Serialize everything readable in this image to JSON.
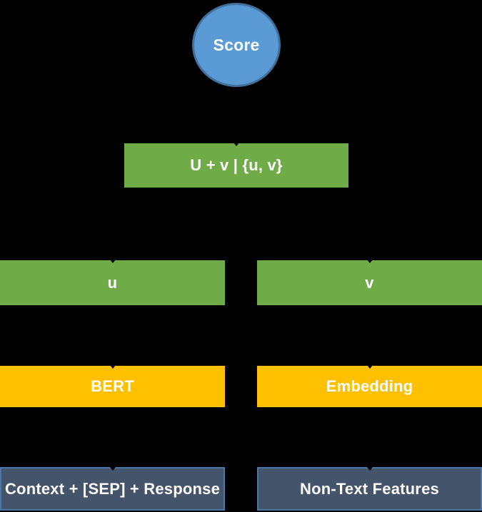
{
  "diagram": {
    "title": "scoring-model-architecture",
    "background_color": "#000000",
    "colors": {
      "score_fill": "#5B9BD5",
      "score_border": "#41719C",
      "green_fill": "#6FAC47",
      "gold_fill": "#FFC000",
      "dark_fill": "#44546A",
      "dark_border": "#4A76A8",
      "text": "#FFFFFF"
    },
    "nodes": {
      "score": {
        "label": "Score",
        "shape": "ellipse",
        "fill": "#5B9BD5"
      },
      "combine": {
        "label": "U + v | {u, v}",
        "shape": "rectangle",
        "fill": "#6FAC47"
      },
      "u": {
        "label": "u",
        "shape": "rectangle",
        "fill": "#6FAC47"
      },
      "v": {
        "label": "v",
        "shape": "rectangle",
        "fill": "#6FAC47"
      },
      "bert": {
        "label": "BERT",
        "shape": "rectangle",
        "fill": "#FFC000"
      },
      "embedding": {
        "label": "Embedding",
        "shape": "rectangle",
        "fill": "#FFC000"
      },
      "context": {
        "label": "Context + [SEP] + Response",
        "shape": "rectangle",
        "fill": "#44546A"
      },
      "nontext": {
        "label": "Non-Text Features",
        "shape": "rectangle",
        "fill": "#44546A"
      }
    },
    "edges": [
      {
        "from": "combine",
        "to": "score"
      },
      {
        "from": "u",
        "to": "combine"
      },
      {
        "from": "v",
        "to": "combine"
      },
      {
        "from": "bert",
        "to": "u"
      },
      {
        "from": "embedding",
        "to": "v"
      },
      {
        "from": "context",
        "to": "bert"
      },
      {
        "from": "nontext",
        "to": "embedding"
      }
    ]
  }
}
